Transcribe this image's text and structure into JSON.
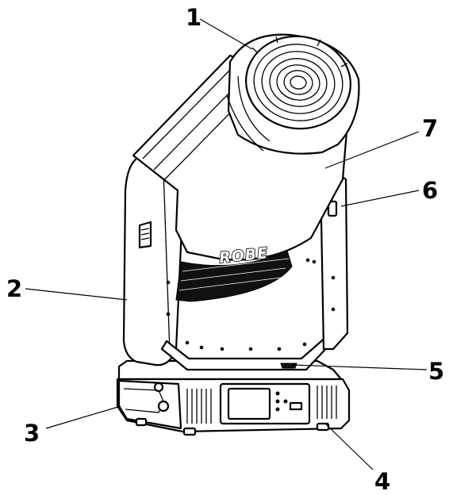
{
  "brand_logo": "ROBE",
  "callouts": [
    {
      "number": "1"
    },
    {
      "number": "2"
    },
    {
      "number": "3"
    },
    {
      "number": "4"
    },
    {
      "number": "5"
    },
    {
      "number": "6"
    },
    {
      "number": "7"
    }
  ]
}
